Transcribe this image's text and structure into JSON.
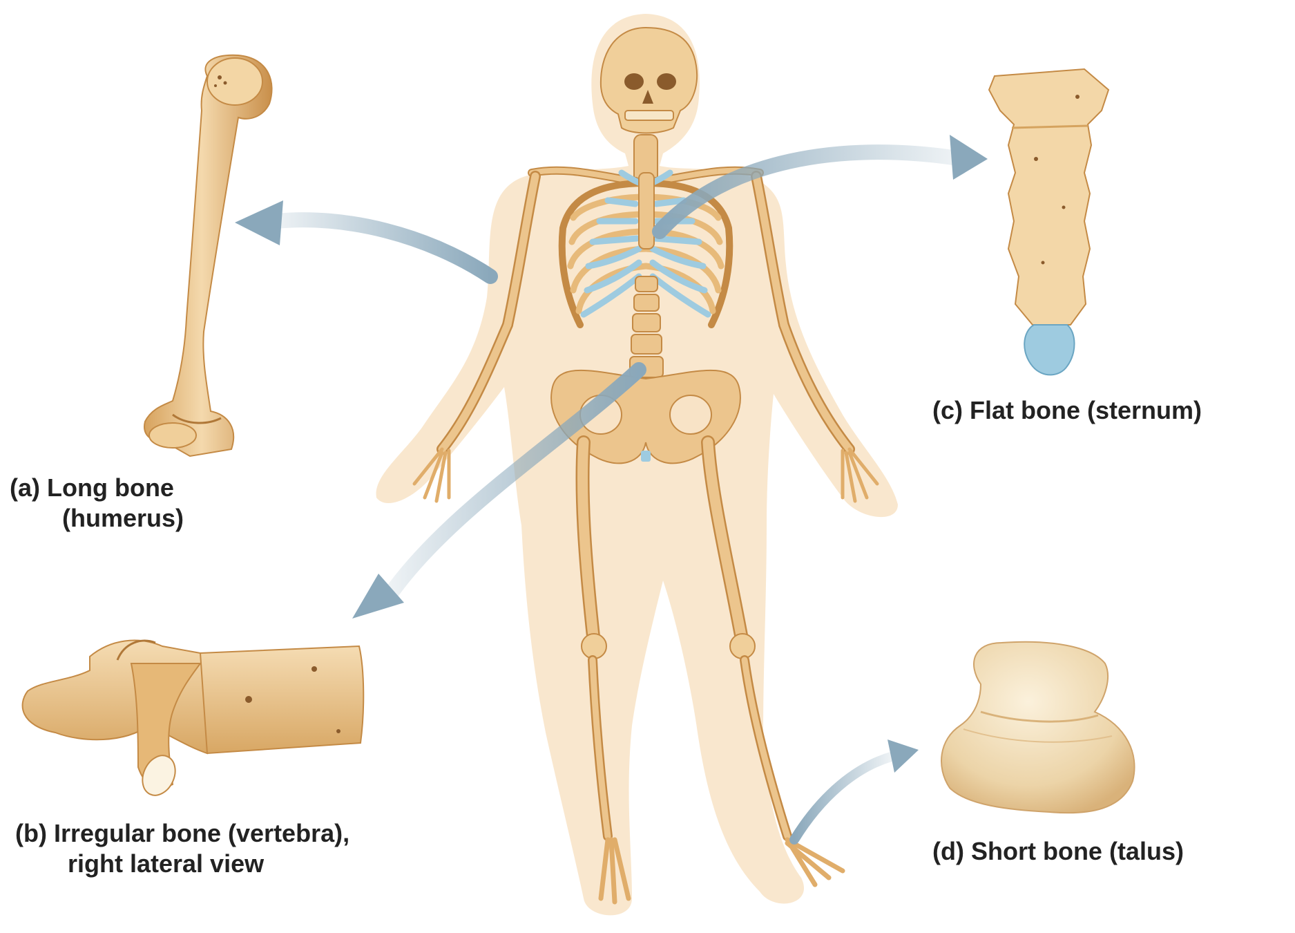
{
  "labels": {
    "long_bone": {
      "line1": "(a) Long bone",
      "line2": "(humerus)"
    },
    "irregular_bone": {
      "line1": "(b) Irregular bone (vertebra),",
      "line2": "right lateral view"
    },
    "flat_bone": {
      "line1": "(c) Flat bone (sternum)"
    },
    "short_bone": {
      "line1": "(d) Short bone (talus)"
    }
  },
  "icons": {
    "skeleton": "human-skeleton-illustration",
    "humerus": "humerus-bone-illustration",
    "vertebra": "vertebra-bone-illustration",
    "sternum": "sternum-bone-illustration",
    "talus": "talus-bone-illustration",
    "arrows": "pointer-arrow"
  },
  "colors": {
    "bone": "#ecc58d",
    "bone_shadow": "#cf9a55",
    "body_silhouette": "#f8e3c6",
    "cartilage": "#9ecbe0",
    "arrow": "#8aa8bb",
    "text": "#222222"
  }
}
